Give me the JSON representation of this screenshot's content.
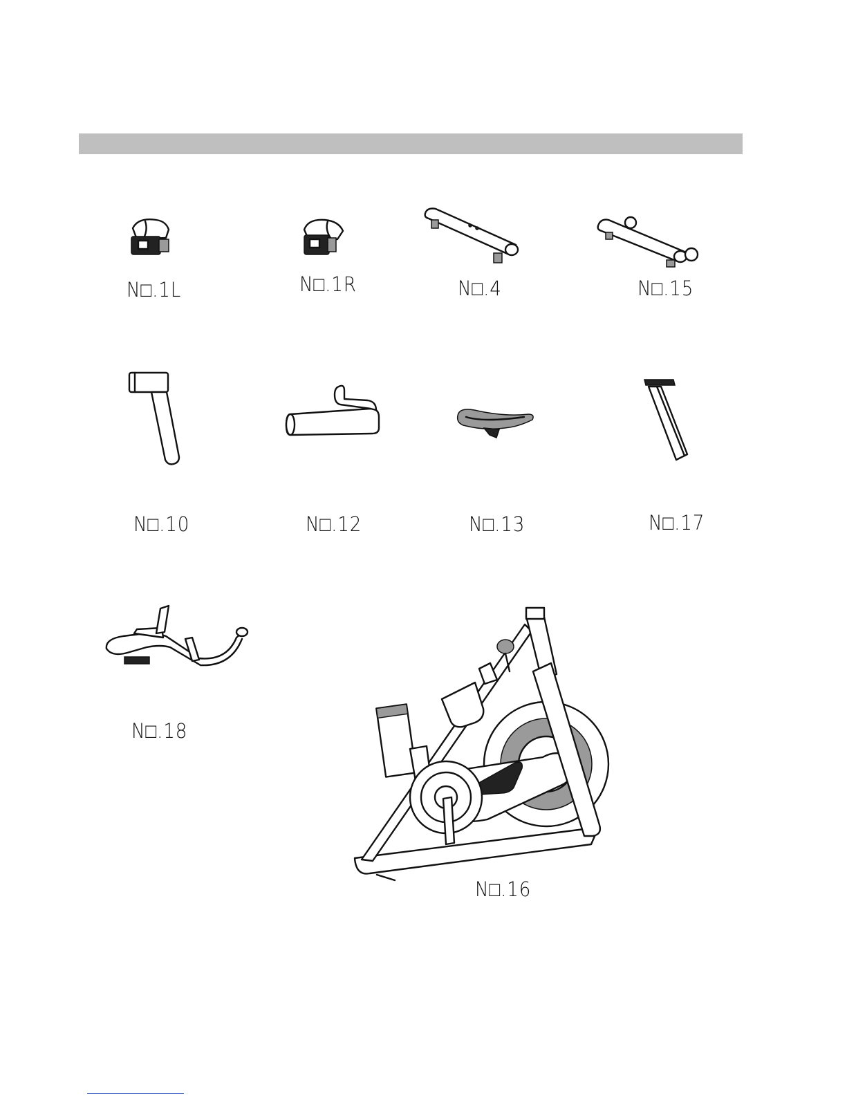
{
  "parts": [
    {
      "label": "N□.1L",
      "icon": "pedal-left-icon"
    },
    {
      "label": "N□.1R",
      "icon": "pedal-right-icon"
    },
    {
      "label": "N□.4",
      "icon": "front-stabilizer-icon"
    },
    {
      "label": "N□.15",
      "icon": "rear-stabilizer-icon"
    },
    {
      "label": "N□.10",
      "icon": "seat-post-icon"
    },
    {
      "label": "N□.12",
      "icon": "seat-slider-icon"
    },
    {
      "label": "N□.13",
      "icon": "saddle-icon"
    },
    {
      "label": "N□.17",
      "icon": "handlebar-post-icon"
    },
    {
      "label": "N□.18",
      "icon": "handlebar-icon"
    },
    {
      "label": "N□.16",
      "icon": "main-frame-icon"
    }
  ]
}
